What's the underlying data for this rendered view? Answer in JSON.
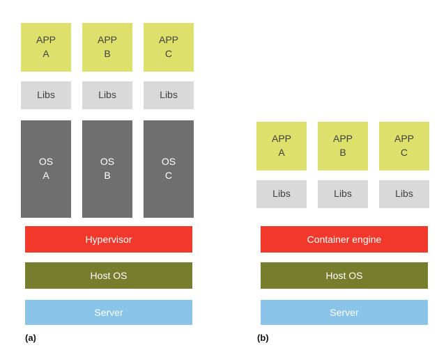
{
  "left": {
    "caption": "(a)",
    "apps": [
      "APP\nA",
      "APP\nB",
      "APP\nC"
    ],
    "libs": [
      "Libs",
      "Libs",
      "Libs"
    ],
    "os": [
      "OS\nA",
      "OS\nB",
      "OS\nC"
    ],
    "layers": [
      "Hypervisor",
      "Host OS",
      "Server"
    ]
  },
  "right": {
    "caption": "(b)",
    "apps": [
      "APP\nA",
      "APP\nB",
      "APP\nC"
    ],
    "libs": [
      "Libs",
      "Libs",
      "Libs"
    ],
    "layers": [
      "Container engine",
      "Host OS",
      "Server"
    ]
  },
  "colors": {
    "app_box": "#dde06a",
    "libs_box": "#d9d9d9",
    "os_box": "#6f6f6f",
    "hypervisor_bar": "#f0392b",
    "container_engine_bar": "#f0392b",
    "host_os_bar": "#767e2e",
    "server_bar": "#8ac4e9"
  }
}
